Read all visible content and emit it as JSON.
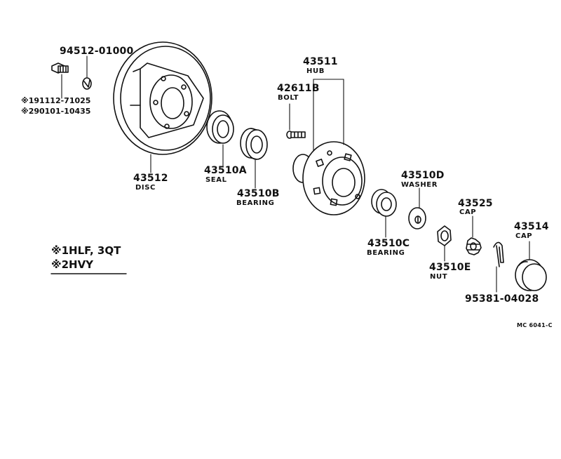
{
  "labels": {
    "p94512": "94512-01000",
    "p191112": "※191112-71025",
    "p290101": "※290101-10435",
    "p43512": "43512",
    "p43512_name": "DISC",
    "p43510A": "43510A",
    "p43510A_name": "SEAL",
    "p43510B": "43510B",
    "p43510B_name": "BEARING",
    "p43511": "43511",
    "p43511_name": "HUB",
    "p42611B": "42611B",
    "p42611B_name": "BOLT",
    "p43510D": "43510D",
    "p43510D_name": "WASHER",
    "p43510C": "43510C",
    "p43510C_name": "BEARING",
    "p43525": "43525",
    "p43525_name": "CAP",
    "p43514": "43514",
    "p43514_name": "CAP",
    "p43510E": "43510E",
    "p43510E_name": "NUT",
    "p95381": "95381-04028"
  },
  "legend": {
    "line1": "※1HLF, 3QT",
    "line2": "※2HVY"
  },
  "footer_code": "MC 6041-C"
}
